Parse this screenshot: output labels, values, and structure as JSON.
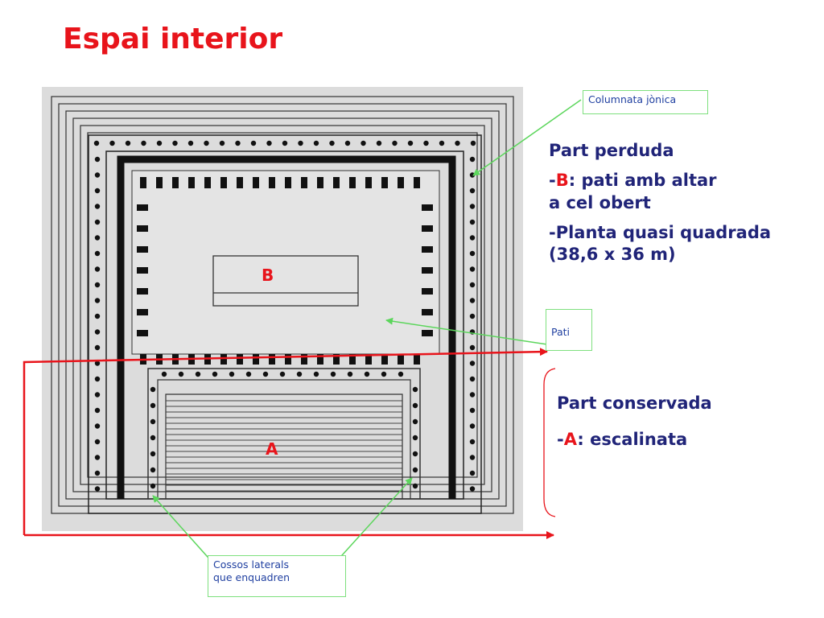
{
  "title": "Espai interior",
  "callouts": {
    "columnata": "Columnata jònica",
    "pati": "Pati",
    "cossos_line1": "Cossos laterals",
    "cossos_line2": "que enquadren"
  },
  "plan_labels": {
    "b": "B",
    "a": "A"
  },
  "part_perduda": {
    "heading": "Part perduda",
    "b_prefix": "-",
    "b_letter": "B",
    "b_line1": ": pati amb altar",
    "b_line2": "a cel obert",
    "planta_line1": "-Planta  quasi quadrada",
    "planta_line2": "(38,6 x 36 m)"
  },
  "part_conservada": {
    "heading": "Part conservada",
    "a_prefix": "-",
    "a_letter": "A",
    "a_text": ": escalinata"
  },
  "colors": {
    "title": "#e8141b",
    "text": "#202478",
    "callout_border": "#7ee07e",
    "marker": "#e8141b"
  }
}
